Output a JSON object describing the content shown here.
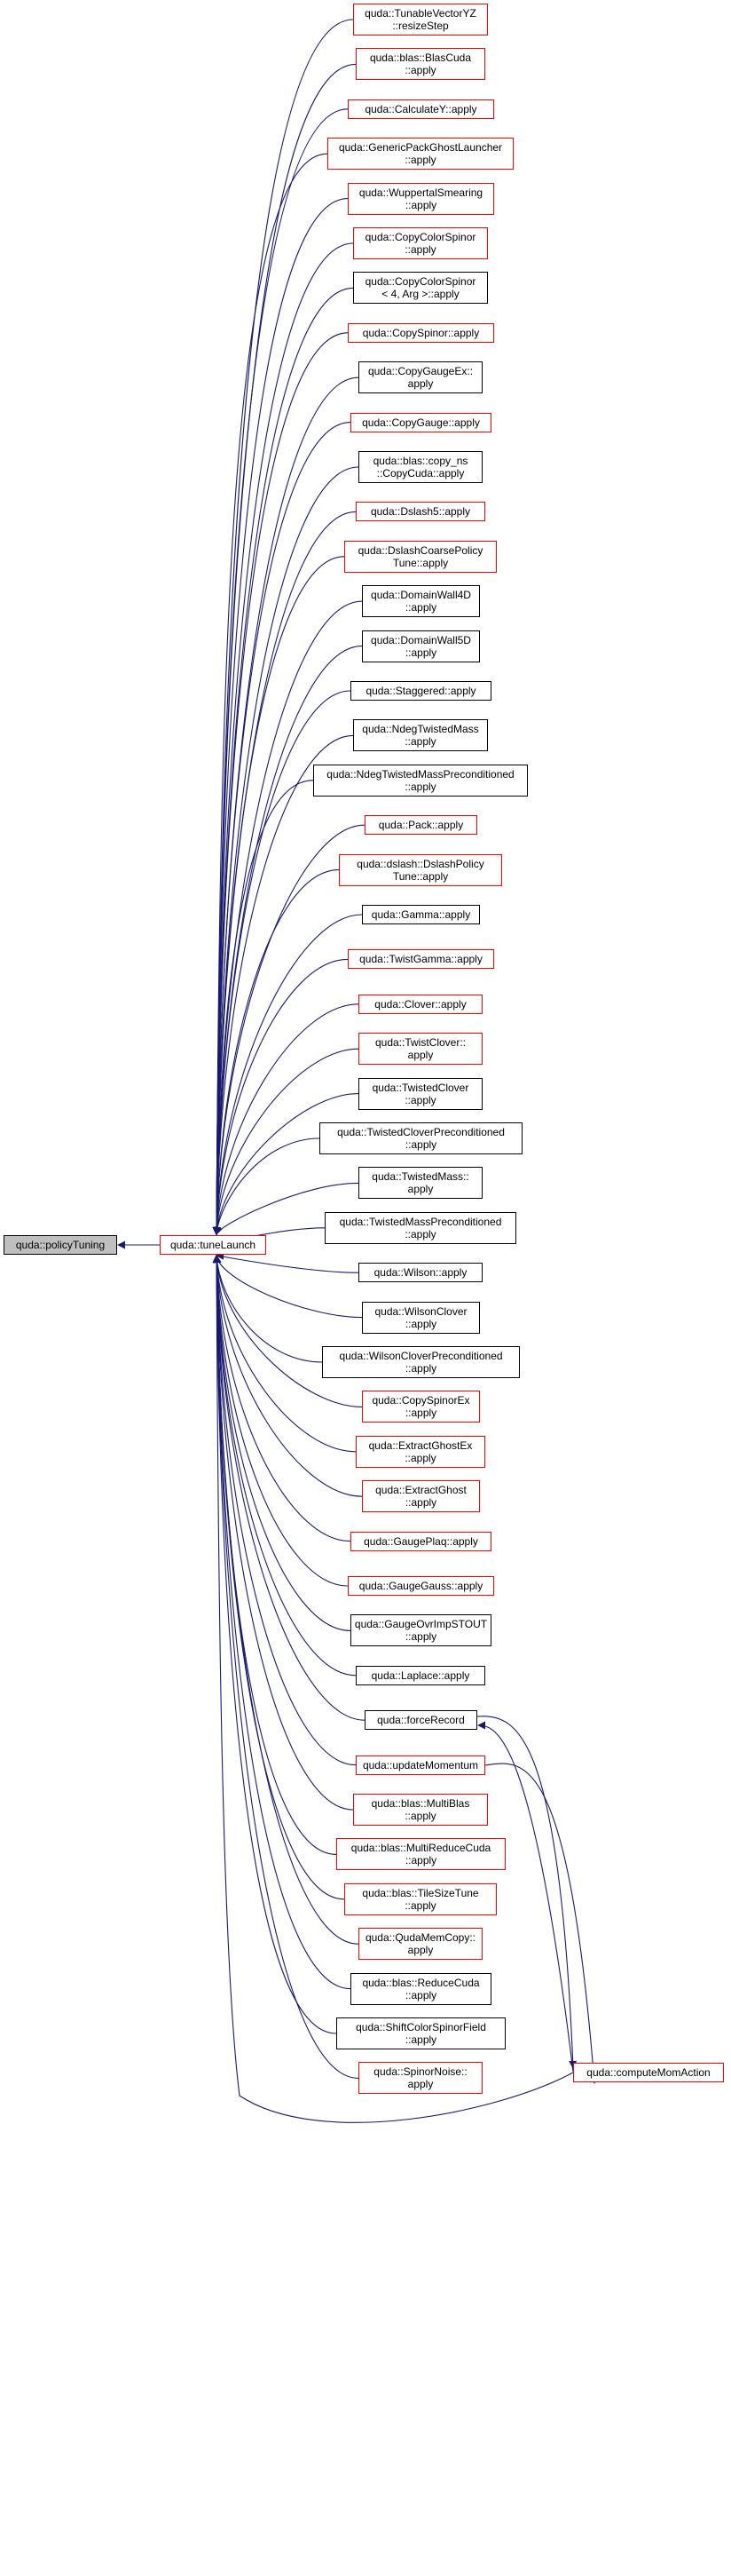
{
  "colors": {
    "edge": "#191970",
    "linked_border": "#ff0000",
    "plain_border": "#000000",
    "root_fill": "#bfbfbf"
  },
  "root": {
    "lines": [
      "quda::policyTuning"
    ]
  },
  "hub": {
    "lines": [
      "quda::tuneLaunch"
    ]
  },
  "compute_mom": {
    "lines": [
      "quda::computeMomAction"
    ]
  },
  "callers": [
    {
      "lines": [
        "quda::TunableVectorYZ",
        "::resizeStep"
      ],
      "linked": true
    },
    {
      "lines": [
        "quda::blas::BlasCuda",
        "::apply"
      ],
      "linked": true
    },
    {
      "lines": [
        "quda::CalculateY::apply"
      ],
      "linked": true
    },
    {
      "lines": [
        "quda::GenericPackGhostLauncher",
        "::apply"
      ],
      "linked": true
    },
    {
      "lines": [
        "quda::WuppertalSmearing",
        "::apply"
      ],
      "linked": true
    },
    {
      "lines": [
        "quda::CopyColorSpinor",
        "::apply"
      ],
      "linked": true
    },
    {
      "lines": [
        "quda::CopyColorSpinor",
        "< 4, Arg >::apply"
      ],
      "linked": false
    },
    {
      "lines": [
        "quda::CopySpinor::apply"
      ],
      "linked": true
    },
    {
      "lines": [
        "quda::CopyGaugeEx::",
        "apply"
      ],
      "linked": false
    },
    {
      "lines": [
        "quda::CopyGauge::apply"
      ],
      "linked": true
    },
    {
      "lines": [
        "quda::blas::copy_ns",
        "::CopyCuda::apply"
      ],
      "linked": false
    },
    {
      "lines": [
        "quda::Dslash5::apply"
      ],
      "linked": true
    },
    {
      "lines": [
        "quda::DslashCoarsePolicy",
        "Tune::apply"
      ],
      "linked": true
    },
    {
      "lines": [
        "quda::DomainWall4D",
        "::apply"
      ],
      "linked": false
    },
    {
      "lines": [
        "quda::DomainWall5D",
        "::apply"
      ],
      "linked": false
    },
    {
      "lines": [
        "quda::Staggered::apply"
      ],
      "linked": false
    },
    {
      "lines": [
        "quda::NdegTwistedMass",
        "::apply"
      ],
      "linked": false
    },
    {
      "lines": [
        "quda::NdegTwistedMassPreconditioned",
        "::apply"
      ],
      "linked": false
    },
    {
      "lines": [
        "quda::Pack::apply"
      ],
      "linked": true
    },
    {
      "lines": [
        "quda::dslash::DslashPolicy",
        "Tune::apply"
      ],
      "linked": true
    },
    {
      "lines": [
        "quda::Gamma::apply"
      ],
      "linked": false
    },
    {
      "lines": [
        "quda::TwistGamma::apply"
      ],
      "linked": true
    },
    {
      "lines": [
        "quda::Clover::apply"
      ],
      "linked": true
    },
    {
      "lines": [
        "quda::TwistClover::",
        "apply"
      ],
      "linked": true
    },
    {
      "lines": [
        "quda::TwistedClover",
        "::apply"
      ],
      "linked": false
    },
    {
      "lines": [
        "quda::TwistedCloverPreconditioned",
        "::apply"
      ],
      "linked": false
    },
    {
      "lines": [
        "quda::TwistedMass::",
        "apply"
      ],
      "linked": false
    },
    {
      "lines": [
        "quda::TwistedMassPreconditioned",
        "::apply"
      ],
      "linked": false
    },
    {
      "lines": [
        "quda::Wilson::apply"
      ],
      "linked": false
    },
    {
      "lines": [
        "quda::WilsonClover",
        "::apply"
      ],
      "linked": false
    },
    {
      "lines": [
        "quda::WilsonCloverPreconditioned",
        "::apply"
      ],
      "linked": false
    },
    {
      "lines": [
        "quda::CopySpinorEx",
        "::apply"
      ],
      "linked": true
    },
    {
      "lines": [
        "quda::ExtractGhostEx",
        "::apply"
      ],
      "linked": true
    },
    {
      "lines": [
        "quda::ExtractGhost",
        "::apply"
      ],
      "linked": true
    },
    {
      "lines": [
        "quda::GaugePlaq::apply"
      ],
      "linked": true
    },
    {
      "lines": [
        "quda::GaugeGauss::apply"
      ],
      "linked": true
    },
    {
      "lines": [
        "quda::GaugeOvrImpSTOUT",
        "::apply"
      ],
      "linked": false
    },
    {
      "lines": [
        "quda::Laplace::apply"
      ],
      "linked": false
    },
    {
      "lines": [
        "quda::forceRecord"
      ],
      "linked": false
    },
    {
      "lines": [
        "quda::updateMomentum"
      ],
      "linked": true
    },
    {
      "lines": [
        "quda::blas::MultiBlas",
        "::apply"
      ],
      "linked": true
    },
    {
      "lines": [
        "quda::blas::MultiReduceCuda",
        "::apply"
      ],
      "linked": true
    },
    {
      "lines": [
        "quda::blas::TileSizeTune",
        "::apply"
      ],
      "linked": true
    },
    {
      "lines": [
        "quda::QudaMemCopy::",
        "apply"
      ],
      "linked": true
    },
    {
      "lines": [
        "quda::blas::ReduceCuda",
        "::apply"
      ],
      "linked": false
    },
    {
      "lines": [
        "quda::ShiftColorSpinorField",
        "::apply"
      ],
      "linked": false
    },
    {
      "lines": [
        "quda::SpinorNoise::",
        "apply"
      ],
      "linked": true
    }
  ]
}
